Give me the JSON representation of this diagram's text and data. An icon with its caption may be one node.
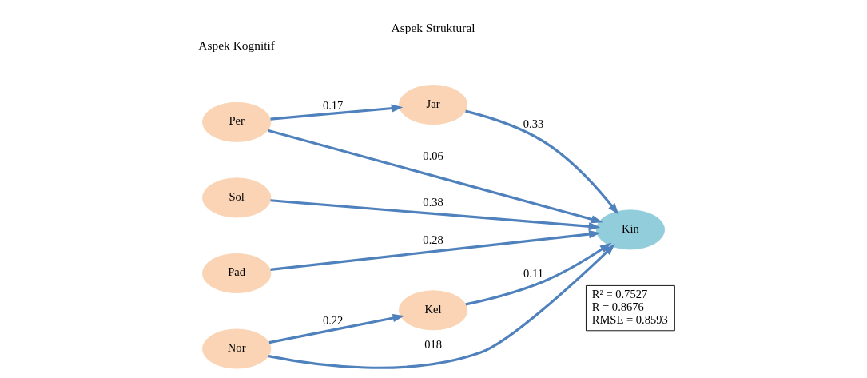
{
  "diagram": {
    "nodes": [
      {
        "text": [
          "Per"
        ]
      },
      {
        "text": [
          "Jar"
        ]
      },
      {
        "text": [
          "Sol"
        ]
      },
      {
        "text": [
          "Pad"
        ]
      },
      {
        "text": [
          "Nor"
        ]
      },
      {
        "text": [
          "Kel"
        ]
      },
      {
        "text": [
          "Kin"
        ]
      },
      {
        "text": [
          "R² = 0.7527",
          "R = 0.8676",
          "RMSE = 0.8593"
        ]
      }
    ],
    "edges": [
      {
        "from": 0,
        "to": 1,
        "arrow": "to",
        "label": "0.17"
      },
      {
        "from": 1,
        "to": 6,
        "arrow": "to",
        "label": "0.33"
      },
      {
        "from": 0,
        "to": 6,
        "arrow": "to",
        "label": "0.06"
      },
      {
        "from": 2,
        "to": 6,
        "arrow": "to",
        "label": "0.38"
      },
      {
        "from": 3,
        "to": 6,
        "arrow": "to",
        "label": "0.28"
      },
      {
        "from": 4,
        "to": 6,
        "arrow": "to",
        "label": "018"
      },
      {
        "from": 4,
        "to": 5,
        "arrow": "to",
        "label": "0.22"
      },
      {
        "from": 5,
        "to": 6,
        "arrow": "to",
        "label": "0.11"
      }
    ],
    "labels": [
      "Aspek Kognitif",
      "Aspek Struktural"
    ]
  }
}
